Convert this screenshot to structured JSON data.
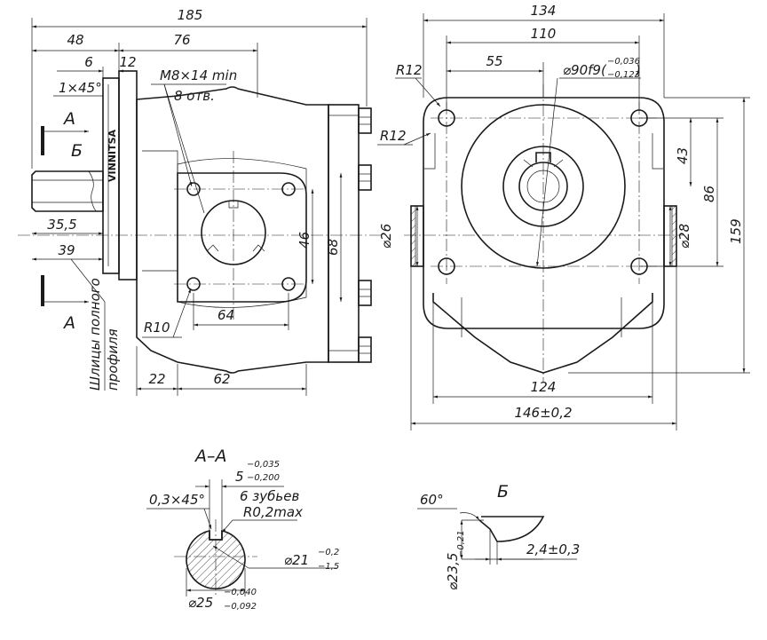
{
  "brand": "VINNITSA",
  "side_view": {
    "dims": {
      "overall_length": "185",
      "flange_to_face": "48",
      "body_length": "76",
      "six": "6",
      "twelve": "12",
      "chamfer": "1×45°",
      "thread": "M8×14 min",
      "holes": "8 отв.",
      "shaft_35": "35,5",
      "shaft_39": "39",
      "r10": "R10",
      "d64": "64",
      "d46": "46",
      "d68": "68",
      "d22": "22",
      "d62": "62"
    },
    "spline_note_1": "Шлицы полного",
    "spline_note_2": "профиля"
  },
  "front_view": {
    "dims": {
      "d134": "134",
      "d110": "110",
      "d55": "55",
      "r12_top": "R12",
      "r12_side": "R12",
      "pilot": "⌀90f9(",
      "pilot_up": "−0,036",
      "pilot_lo": "−0,123",
      "pilot_close": ")",
      "d43": "43",
      "d86": "86",
      "d159": "159",
      "port_left": "⌀26",
      "port_right": "⌀28",
      "d124": "124",
      "d146": "146±0,2"
    }
  },
  "section": {
    "title": "А–А",
    "key_width": "5",
    "key_up": "−0,035",
    "key_lo": "−0,200",
    "chamfer": "0,3×45°",
    "teeth": "6 зубьев",
    "radius": "R0,2max",
    "inner_d": "⌀21",
    "inner_up": "−0,2",
    "inner_lo": "−1,5",
    "outer_d": "⌀25",
    "outer_up": "−0,040",
    "outer_lo": "−0,092"
  },
  "detail": {
    "title": "Б",
    "angle": "60°",
    "diameter": "⌀23,5",
    "diameter_tol": "−0,21",
    "depth": "2,4±0,3"
  },
  "markers": {
    "a_top": "А",
    "b_top": "Б",
    "a_bottom": "А"
  }
}
